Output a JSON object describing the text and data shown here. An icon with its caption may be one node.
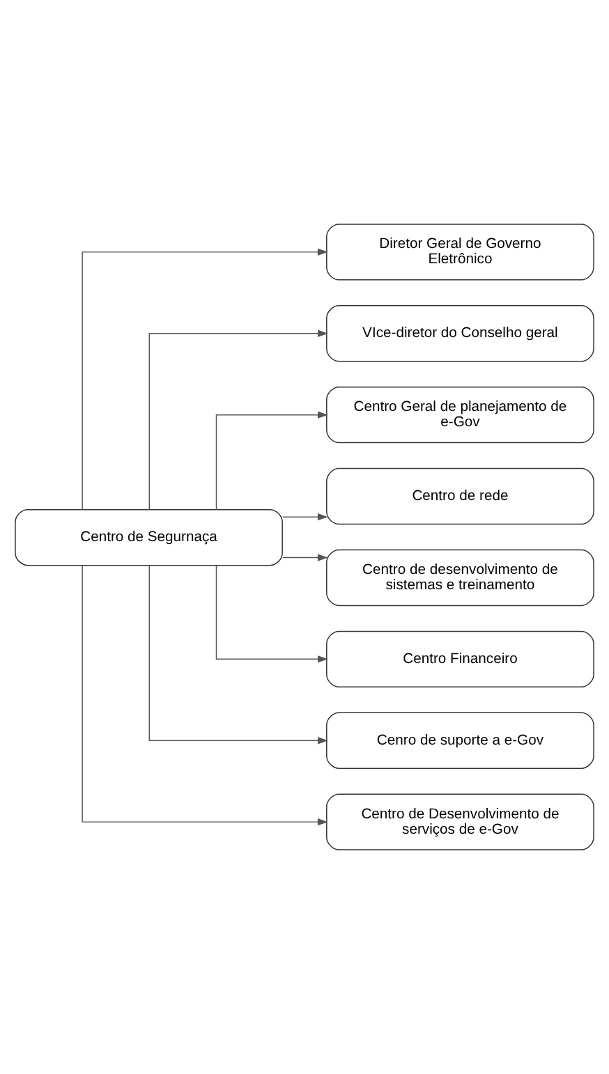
{
  "diagram": {
    "nodes": [
      {
        "text": [
          "Diretor Geral de Governo Eletrônico"
        ]
      },
      {
        "text": [
          "VIce-diretor do Conselho geral"
        ]
      },
      {
        "text": [
          "Centro Geral de planejamento de e-Gov"
        ]
      },
      {
        "text": [
          "Centro de rede"
        ]
      },
      {
        "text": [
          "Centro de desenvolvimento de sistemas e treinamento"
        ]
      },
      {
        "text": [
          "Centro Financeiro"
        ]
      },
      {
        "text": [
          "Cenro de suporte a e-Gov"
        ]
      },
      {
        "text": [
          "Centro de Desenvolvimento de serviços de e-Gov"
        ]
      },
      {
        "text": [
          "Centro de Segurnaça"
        ]
      }
    ],
    "edges": [
      {
        "from": 8,
        "to": 0,
        "arrow": "to"
      },
      {
        "from": 8,
        "to": 1,
        "arrow": "to"
      },
      {
        "from": 8,
        "to": 2,
        "arrow": "to"
      },
      {
        "from": 8,
        "to": 3,
        "arrow": "to"
      },
      {
        "from": 8,
        "to": 4,
        "arrow": "to"
      },
      {
        "from": 8,
        "to": 5,
        "arrow": "to"
      },
      {
        "from": 8,
        "to": 6,
        "arrow": "to"
      },
      {
        "from": 8,
        "to": 7,
        "arrow": "to"
      }
    ]
  }
}
